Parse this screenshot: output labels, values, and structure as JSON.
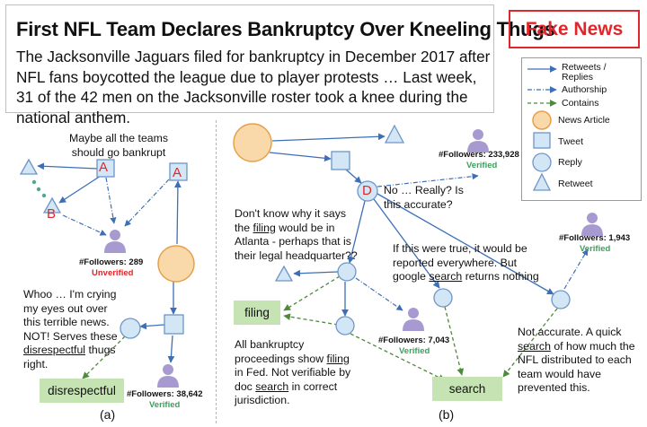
{
  "headline": {
    "title": "First NFL Team Declares Bankruptcy Over Kneeling Thugs",
    "body": "The Jacksonville Jaguars filed for bankruptcy in December 2017 after NFL fans boycotted the league due to player protests … Last week, 31 of the 42 men on the Jacksonville roster took a knee during the national anthem."
  },
  "badge": {
    "label": "Fake News",
    "color": "#e0262a"
  },
  "legend": {
    "retweets_replies": "Retweets /",
    "retweets_replies_2": "Replies",
    "authorship": "Authorship",
    "contains": "Contains",
    "news_article": "News Article",
    "tweet": "Tweet",
    "reply": "Reply",
    "retweet": "Retweet"
  },
  "panel_a": {
    "caption": "(a)",
    "comment_top": "Maybe all the teams should go bankrupt",
    "comment_reply_1": "Whoo … I'm crying my eyes out over this terrible news. NOT! Serves these",
    "comment_reply_kw": "disrespectful",
    "comment_reply_2": "thugs right.",
    "user1_followers": "#Followers: 289",
    "user1_status": "Unverified",
    "user2_followers": "#Followers: 38,642",
    "user2_status": "Verified",
    "keyword": "disrespectful",
    "node_label_a": "A",
    "node_label_b": "B"
  },
  "panel_b": {
    "caption": "(b)",
    "node_label_d": "D",
    "comment_d": "No … Really? Is this accurate?",
    "comment_filing_1": "Don't know why it says the",
    "comment_filing_kw": "filing",
    "comment_filing_2": "would be in Atlanta - perhaps that is their legal headquarter??",
    "comment_reported_1": "If this were true, it would be reported everywhere. But google",
    "comment_reported_kw": "search",
    "comment_reported_2": "returns nothing",
    "comment_bankruptcy_1": "All bankruptcy proceedings show",
    "comment_bankruptcy_kw1": "filing",
    "comment_bankruptcy_2": "in Fed. Not verifiable by doc",
    "comment_bankruptcy_kw2": "search",
    "comment_bankruptcy_3": "in correct jurisdiction.",
    "comment_accurate_1": "Not accurate. A quick",
    "comment_accurate_kw": "search",
    "comment_accurate_2": "of how much the NFL distributed to each team would have prevented this.",
    "user1_followers": "#Followers: 233,928",
    "user1_status": "Verified",
    "user2_followers": "#Followers: 7,043",
    "user2_status": "Verified",
    "user3_followers": "#Followers: 1,943",
    "user3_status": "Verified",
    "keyword_filing": "filing",
    "keyword_search": "search"
  },
  "colors": {
    "edge_blue": "#3d6fb8",
    "contains_green": "#4d8a3a",
    "article_fill": "#f9d9a9",
    "article_stroke": "#e6a04a",
    "node_fill": "#d3e6f6",
    "node_stroke": "#6d96c6",
    "user_purple": "#a79ad1",
    "keyword_bg": "#c6e3b3",
    "verified": "#3aa05a",
    "unverified": "#e0262a"
  }
}
